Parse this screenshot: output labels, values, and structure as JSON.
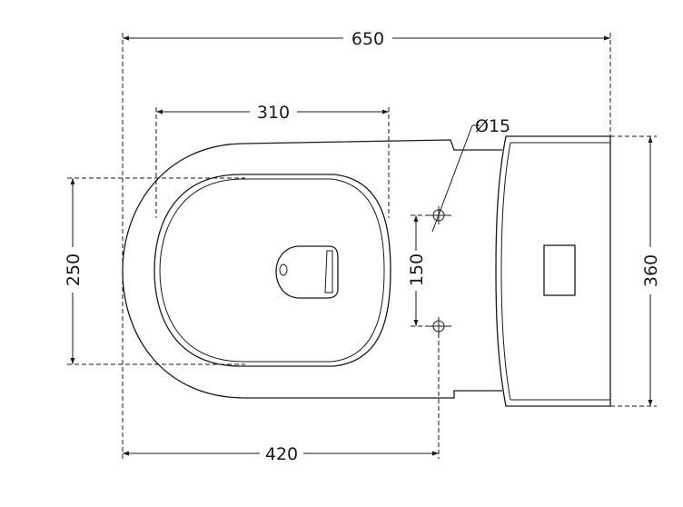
{
  "dimensions": {
    "overall_length": "650",
    "seat_opening_length": "310",
    "fixing_hole_diameter": "Ø15",
    "seat_opening_width": "250",
    "fixing_hole_spacing": "150",
    "overall_width": "360",
    "front_to_fixing": "420"
  },
  "colors": {
    "line": "#1a1a1a",
    "background": "#ffffff"
  }
}
